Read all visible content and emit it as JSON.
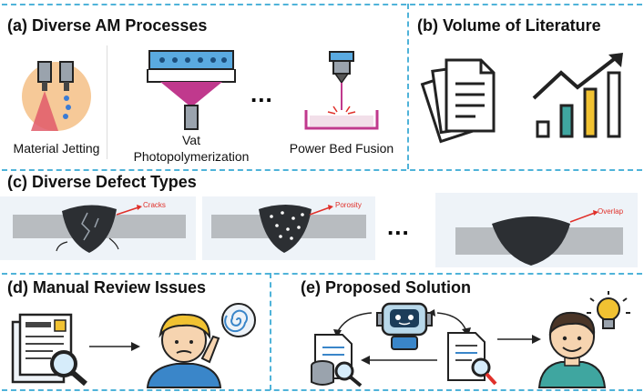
{
  "panels": {
    "a": {
      "title": "(a) Diverse AM Processes",
      "items": [
        "Material Jetting",
        "Vat",
        "Photopolymerization",
        "Power Bed Fusion"
      ],
      "ellipsis": "..."
    },
    "b": {
      "title": "(b) Volume of Literature"
    },
    "c": {
      "title": "(c) Diverse Defect Types",
      "defects": [
        "Cracks",
        "Porosity",
        "Overlap"
      ],
      "ellipsis": "..."
    },
    "d": {
      "title": "(d) Manual Review Issues"
    },
    "e": {
      "title": "(e) Proposed Solution"
    }
  },
  "colors": {
    "dash": "#4fb3d9",
    "arrow_red": "#e0302a",
    "bar_teal": "#3fa6a0",
    "bar_yellow": "#f1c232",
    "plate_gray": "#b8bcc0",
    "blob": "#2c2f33",
    "magenta": "#c0398d"
  },
  "icons": [
    "material-jetting-icon",
    "vat-photopolymerization-icon",
    "powder-bed-fusion-icon",
    "documents-icon",
    "growth-chart-icon",
    "cracks-defect-icon",
    "porosity-defect-icon",
    "overlap-defect-icon",
    "document-search-icon",
    "confused-person-icon",
    "robot-icon",
    "database-search-icon",
    "happy-person-icon",
    "lightbulb-icon"
  ]
}
